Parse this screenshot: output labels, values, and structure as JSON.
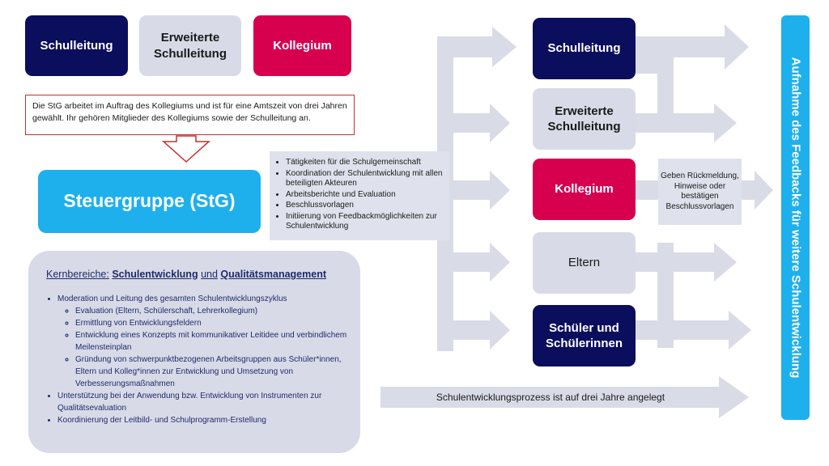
{
  "top_boxes": [
    "Schulleitung",
    "Erweiterte Schulleitung",
    "Kollegium"
  ],
  "note": "Die StG arbeitet im Auftrag des Kollegiums und ist für eine Amtszeit von drei Jahren gewählt. Ihr gehören Mitglieder des Kollegiums sowie der Schulleitung an.",
  "steuergruppe": {
    "prefix": "Steuergruppe (StG",
    "suffix": ")"
  },
  "tasks": [
    "Tätigkeiten für die Schulgemeinschaft",
    "Koordination der Schulentwicklung mit allen beteiligten Akteuren",
    "Arbeitsberichte und Evaluation",
    "Beschlussvorlagen",
    "Initiierung von Feedbackmöglichkeiten zur Schulentwicklung"
  ],
  "kernbereiche": {
    "label": "Kernbereiche:",
    "area1": "Schulentwicklung",
    "and": "und",
    "area2": "Qualitätsmanagement",
    "items": [
      "Moderation und Leitung des gesamten Schulentwicklungszyklus",
      "Unterstützung bei der Anwendung bzw. Entwicklung von Instrumenten zur Qualitätsevaluation",
      "Koordinierung der Leitbild- und Schulprogramm-Erstellung"
    ],
    "subitems": [
      "Evaluation (Eltern, Schülerschaft, Lehrerkollegium)",
      "Ermittlung von Entwicklungsfeldern",
      "Entwicklung eines Konzepts mit kommunikativer Leitidee und verbindlichem Meilensteinplan",
      "Gründung von schwerpunktbezogenen Arbeitsgruppen aus Schüler*innen, Eltern und Kolleg*innen zur Entwicklung und Umsetzung von Verbesserungsmaßnahmen"
    ]
  },
  "targets": [
    "Schulleitung",
    "Erweiterte Schulleitung",
    "Kollegium",
    "Eltern",
    "Schüler und Schülerinnen"
  ],
  "feedback": "Geben Rückmeldung, Hinweise oder bestätigen Beschlussvorlagen",
  "vertical_bar": "Aufnahme des Feedbacks für weitere Schulentwicklung",
  "process": "Schulentwicklungsprozess ist auf drei Jahre angelegt",
  "colors": {
    "navy": "#0b0e5c",
    "grey": "#d8dbe7",
    "red": "#d6004f",
    "cyan": "#1eb0ec",
    "arrow": "#d9dce7"
  }
}
